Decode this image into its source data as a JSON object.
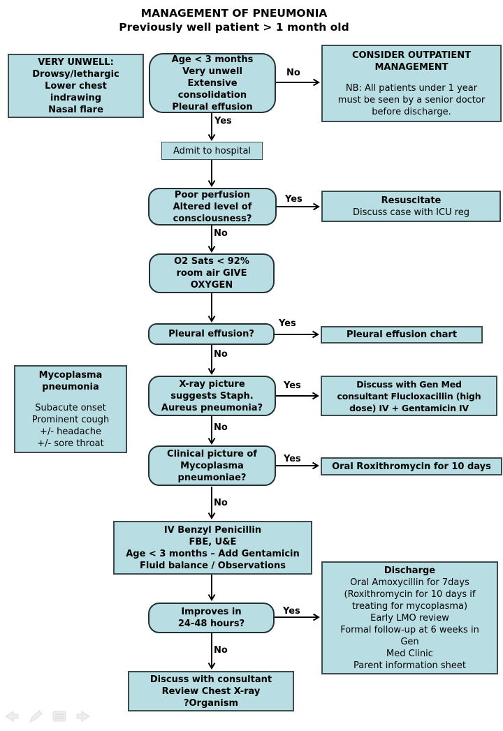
{
  "title": {
    "line1": "MANAGEMENT OF PNEUMONIA",
    "line2": "Previously well patient > 1 month old"
  },
  "colors": {
    "box_fill": "#b8dde2",
    "box_border": "#3c4b4e",
    "rounded_border": "#233133",
    "text_color": "#000000"
  },
  "labels": {
    "yes": "Yes",
    "no": "No"
  },
  "boxes": {
    "very_unwell": {
      "text": "VERY UNWELL:\nDrowsy/lethargic\nLower chest\nindrawing\nNasal flare"
    },
    "age_triage": {
      "text": "Age < 3 months\nVery unwell\nExtensive\nconsolidation\nPleural effusion"
    },
    "consider_outpatient": {
      "heading": "CONSIDER OUTPATIENT\nMANAGEMENT",
      "body": "NB: All patients under 1 year\nmust be seen by a senior doctor\nbefore discharge."
    },
    "admit": {
      "text": "Admit to hospital"
    },
    "poor_perfusion": {
      "text": "Poor perfusion\nAltered level of\nconsciousness?"
    },
    "resuscitate": {
      "heading": "Resuscitate",
      "body": "Discuss case with ICU reg"
    },
    "o2_sats": {
      "text": "O2 Sats < 92%\nroom air GIVE\nOXYGEN"
    },
    "pleural_question": {
      "text": "Pleural effusion?"
    },
    "pleural_chart": {
      "text": "Pleural effusion chart"
    },
    "mycoplasma_info": {
      "heading": "Mycoplasma\npneumonia",
      "body": "Subacute onset\nProminent cough\n+/- headache\n+/- sore throat"
    },
    "xray_question": {
      "text": "X-ray picture\nsuggests Staph.\nAureus pneumonia?"
    },
    "gen_med": {
      "text": "Discuss with Gen Med\nconsultant Flucloxacillin (high\ndose) IV + Gentamicin IV"
    },
    "clinical_question": {
      "text": "Clinical picture of\nMycoplasma\npneumoniae?"
    },
    "roxithromycin": {
      "text": "Oral Roxithromycin for 10 days"
    },
    "iv_benzyl": {
      "text": "IV Benzyl Penicillin\nFBE, U&E\nAge < 3 months – Add Gentamicin\nFluid balance / Observations"
    },
    "improves": {
      "text": "Improves in\n24-48 hours?"
    },
    "discharge": {
      "heading": "Discharge",
      "body": "Oral Amoxycillin for 7days\n(Roxithromycin for 10 days if\ntreating for mycoplasma)\nEarly LMO review\nFormal follow-up at 6 weeks in\nGen\nMed Clinic\nParent information sheet"
    },
    "discuss_consultant": {
      "text": "Discuss with consultant\nReview Chest X-ray\n?Organism"
    }
  },
  "toolbar": {
    "icons": [
      "previous-slide-icon",
      "annotate-pen-icon",
      "slide-menu-icon",
      "next-slide-icon"
    ]
  }
}
